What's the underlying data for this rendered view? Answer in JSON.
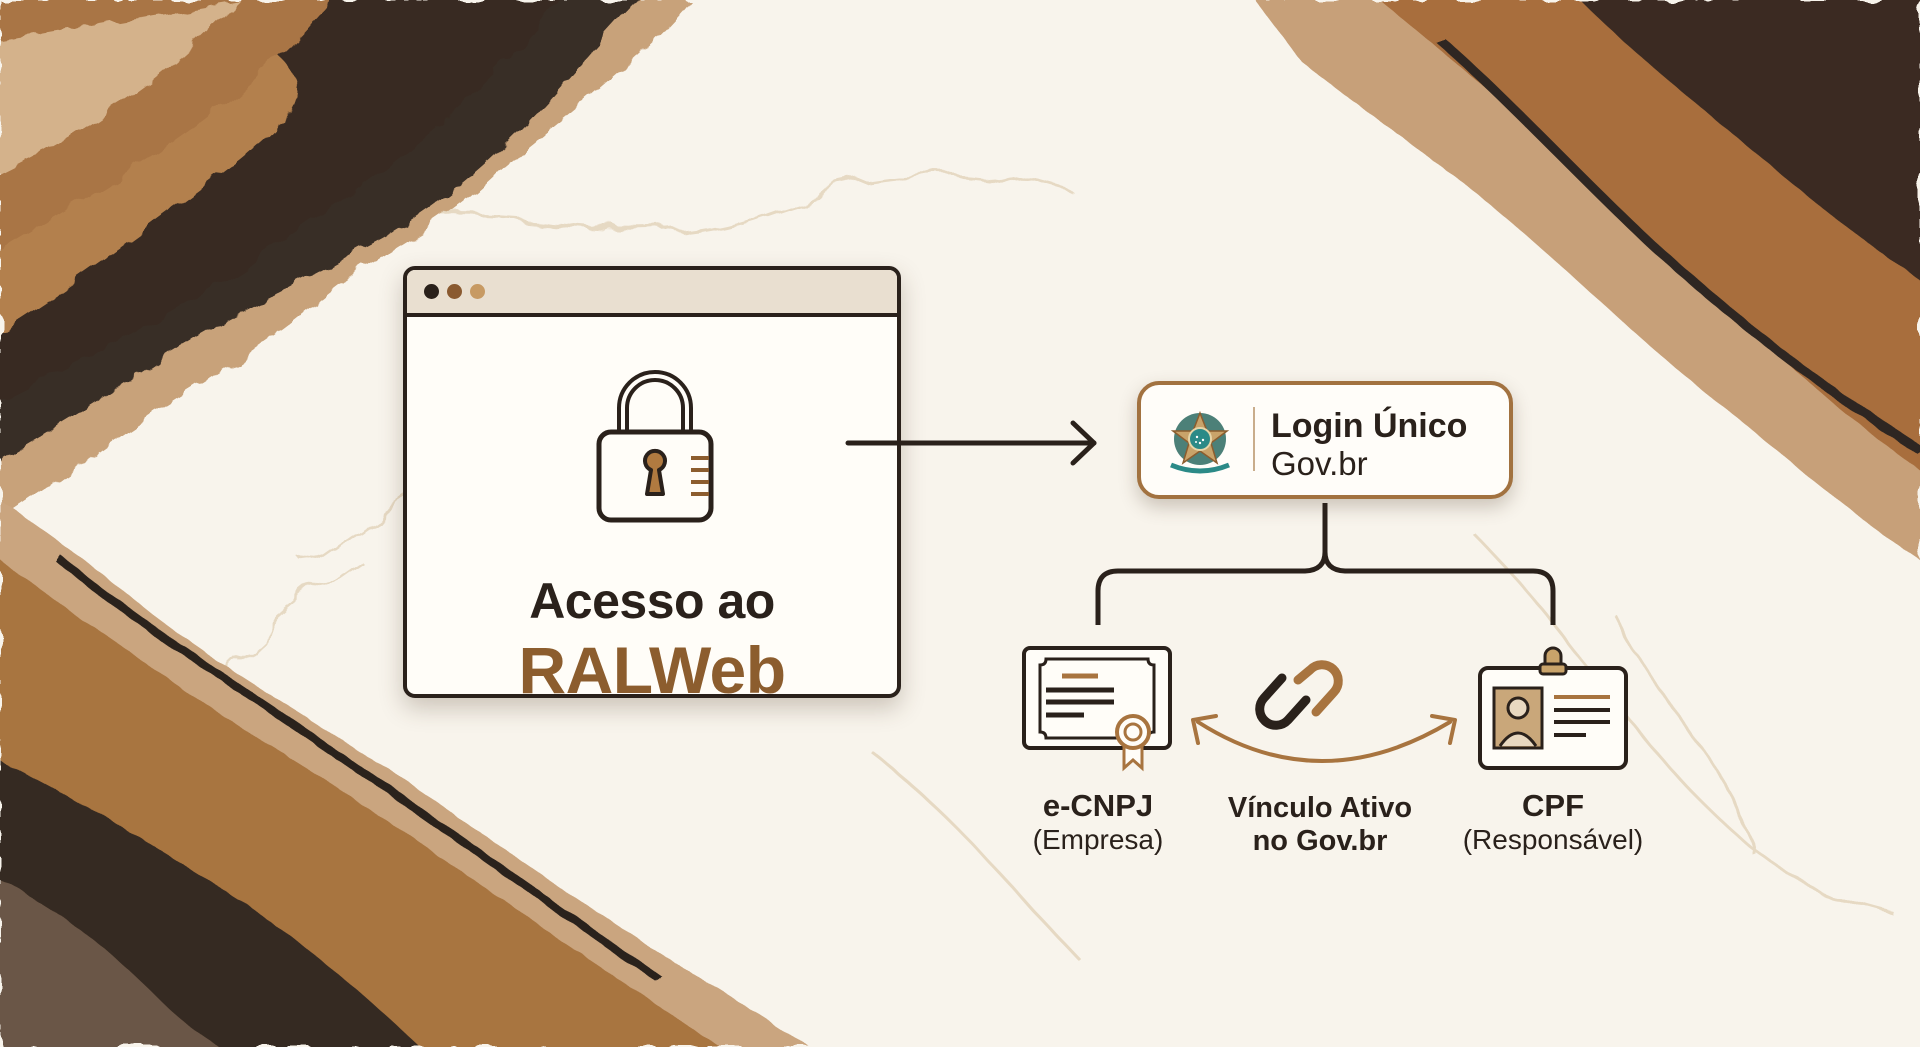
{
  "colors": {
    "ink": "#2a211b",
    "bronze": "#8c5d2e",
    "gold": "#b8864d",
    "cream": "#f8f4ec",
    "card_border": "#a27240",
    "dot_dark": "#2a211b",
    "dot_mid": "#8a5a30",
    "dot_light": "#c79a63"
  },
  "browser_window": {
    "title_line1": "Acesso ao",
    "title_line2": "RALWeb",
    "icon": "padlock-icon"
  },
  "login_card": {
    "icon": "brazil-coat-of-arms-icon",
    "line1": "Login Único",
    "line2": "Gov.br"
  },
  "nodes": [
    {
      "icon": "certificate-icon",
      "title": "e-CNPJ",
      "subtitle": "(Empresa)"
    },
    {
      "icon": "link-chain-icon",
      "title": "Vínculo Ativo",
      "subtitle": "no Gov.br"
    },
    {
      "icon": "id-badge-icon",
      "title": "CPF",
      "subtitle": "(Responsável)"
    }
  ],
  "connectors": {
    "browser_to_login": "arrow-right",
    "login_to_nodes": "branch-split",
    "cnpj_cpf_link": "double-headed-curved-arrow"
  }
}
